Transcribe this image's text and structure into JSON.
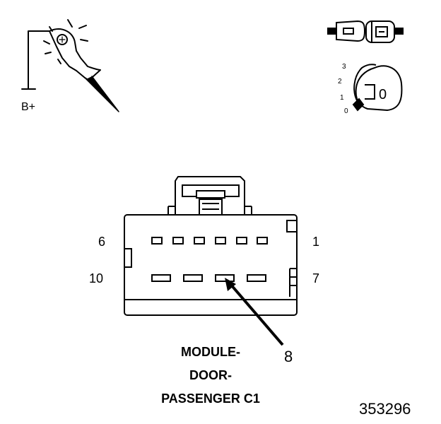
{
  "test_light": {
    "icon": "test-light-probe-icon",
    "supply_label": "B+"
  },
  "ignition": {
    "connector_icon": "disconnected-connector-icon",
    "key_icon": "ignition-key-icon",
    "positions": [
      "3",
      "2",
      "1",
      "0"
    ],
    "key_glyph": "0"
  },
  "connector": {
    "top_row_labels": {
      "left": "6",
      "right": "1"
    },
    "bottom_row_labels": {
      "left": "10",
      "right": "7"
    },
    "top_row_cavities": 6,
    "bottom_row_cavities": 4,
    "highlighted_terminal": "8"
  },
  "caption": {
    "line1": "MODULE-",
    "line2": "DOOR-",
    "line3": "PASSENGER C1"
  },
  "figure_id": "353296"
}
